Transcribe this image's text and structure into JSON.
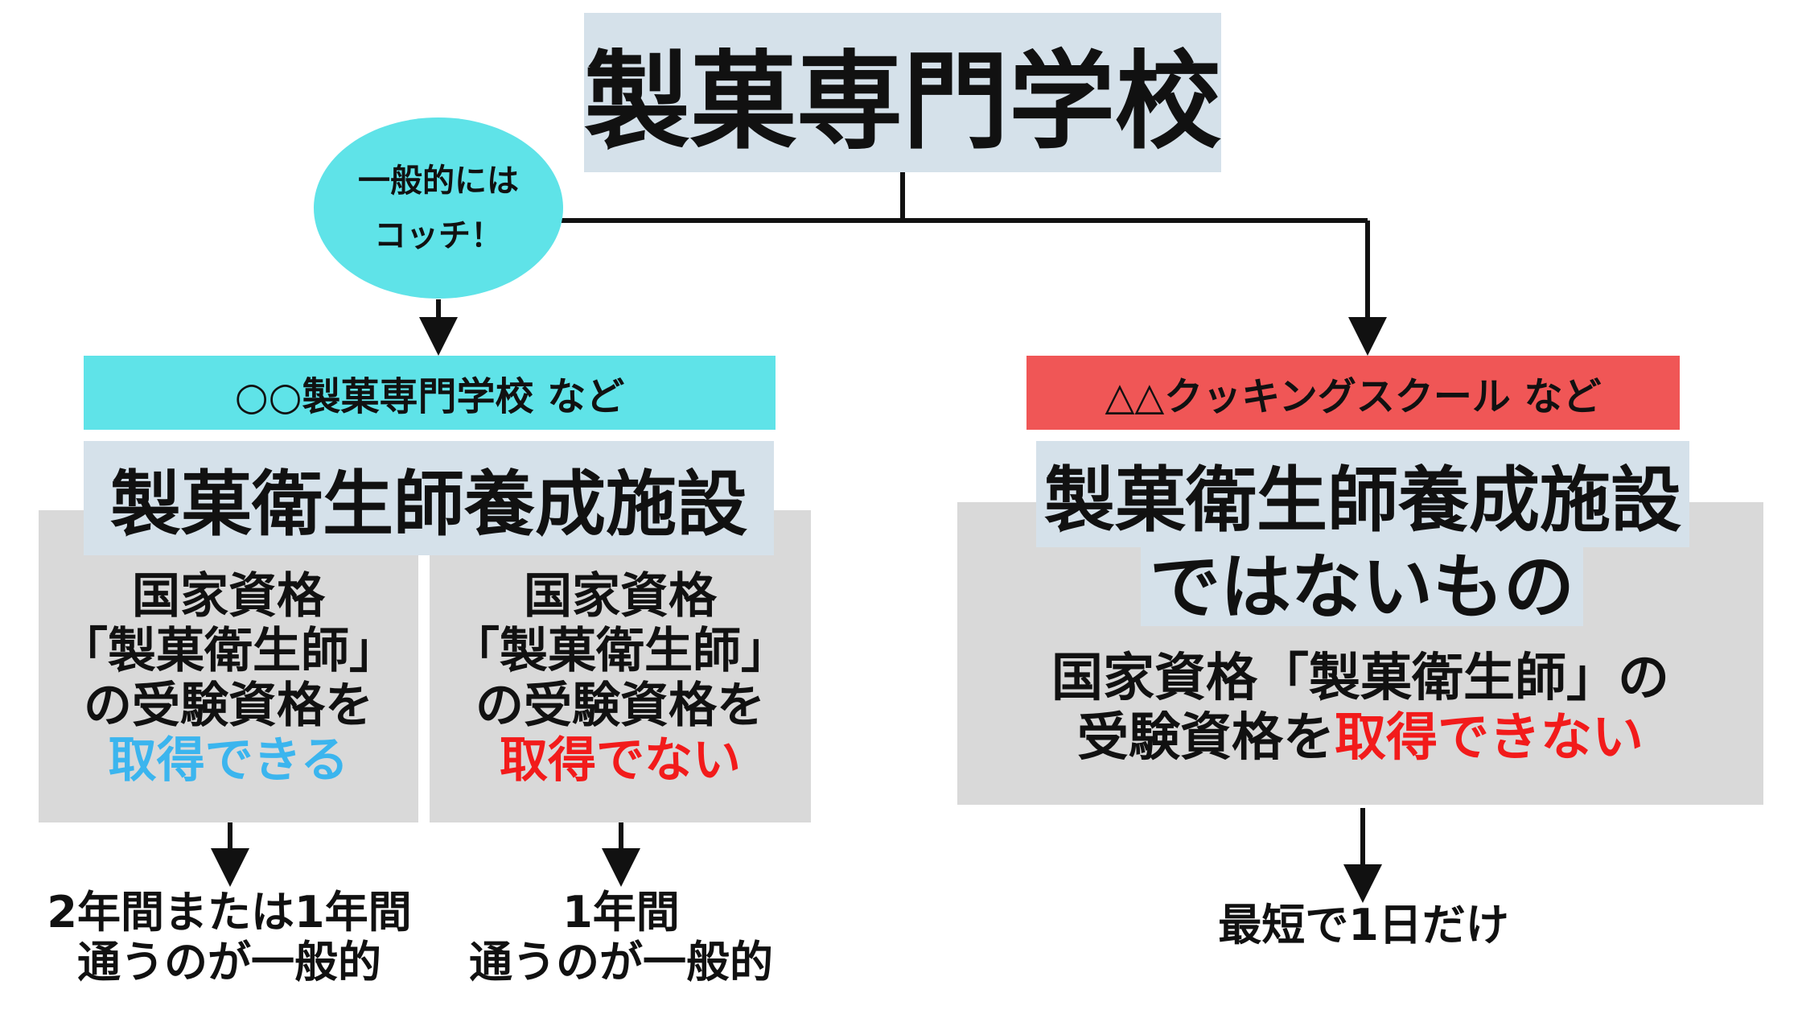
{
  "title": "製菓専門学校",
  "bubble": {
    "line1": "一般的には",
    "line2": "コッチ！"
  },
  "left": {
    "tag": "○○製菓専門学校 など",
    "facility": "製菓衛生師養成施設",
    "panel_a": {
      "line1": "国家資格",
      "line2": "「製菓衛生師」",
      "line3": "の受験資格を",
      "highlight": "取得できる"
    },
    "panel_b": {
      "line1": "国家資格",
      "line2": "「製菓衛生師」",
      "line3": "の受験資格を",
      "highlight": "取得でない"
    },
    "result_a": {
      "line1": "2年間または1年間",
      "line2": "通うのが一般的"
    },
    "result_b": {
      "line1": "1年間",
      "line2": "通うのが一般的"
    }
  },
  "right": {
    "tag": "△△クッキングスクール など",
    "facility_line1": "製菓衛生師養成施設",
    "facility_line2": "ではないもの",
    "desc_line1": "国家資格「製菓衛生師」の",
    "desc_line2_prefix": "受験資格を",
    "desc_highlight": "取得できない",
    "result": "最短で1日だけ"
  },
  "colors": {
    "title_bg": "#d5e1ea",
    "cyan": "#5fe3e8",
    "red_tag": "#f05656",
    "gray_panel": "#d9d9d9",
    "blue_text": "#3bb5ee",
    "red_text": "#f21b1b"
  }
}
